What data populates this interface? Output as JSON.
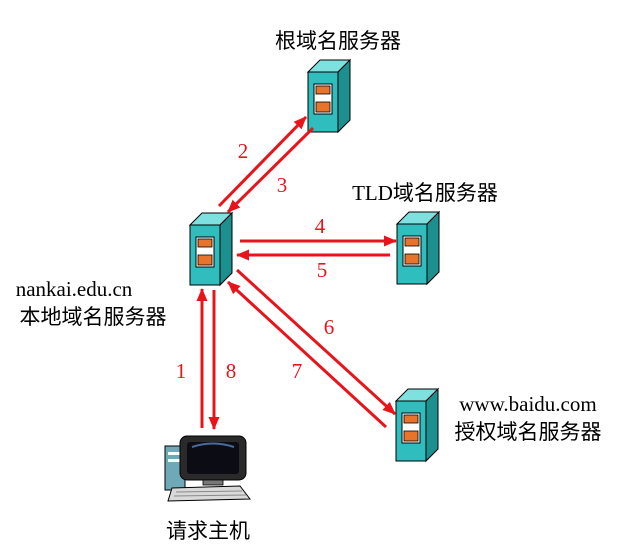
{
  "nodes": {
    "root": {
      "label": "根域名服务器"
    },
    "tld": {
      "label": "TLD域名服务器"
    },
    "local": {
      "label_line1": "nankai.edu.cn",
      "label_line2": "本地域名服务器"
    },
    "authoritative": {
      "label_line1": "www.baidu.com",
      "label_line2": "授权域名服务器"
    },
    "host": {
      "label": "请求主机"
    }
  },
  "arrows": [
    {
      "label": "1"
    },
    {
      "label": "2"
    },
    {
      "label": "3"
    },
    {
      "label": "4"
    },
    {
      "label": "5"
    },
    {
      "label": "6"
    },
    {
      "label": "7"
    },
    {
      "label": "8"
    }
  ],
  "colors": {
    "arrow": "#e8141c",
    "server": "#2fbdbd",
    "server_indicator": "#e8742c"
  }
}
